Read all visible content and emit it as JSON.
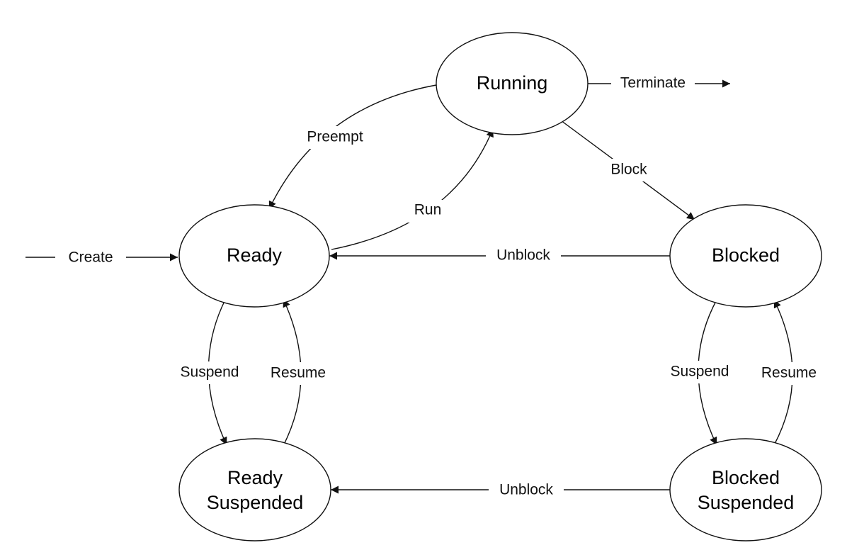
{
  "states": {
    "running": "Running",
    "ready": "Ready",
    "blocked": "Blocked",
    "ready_suspended": [
      "Ready",
      "Suspended"
    ],
    "blocked_suspended": [
      "Blocked",
      "Suspended"
    ]
  },
  "transitions": {
    "create": "Create",
    "terminate": "Terminate",
    "preempt": "Preempt",
    "run": "Run",
    "block": "Block",
    "unblock_ready": "Unblock",
    "unblock_suspended": "Unblock",
    "suspend_ready": "Suspend",
    "resume_ready": "Resume",
    "suspend_blocked": "Suspend",
    "resume_blocked": "Resume"
  },
  "colors": {
    "stroke": "#111111",
    "background": "#ffffff"
  }
}
